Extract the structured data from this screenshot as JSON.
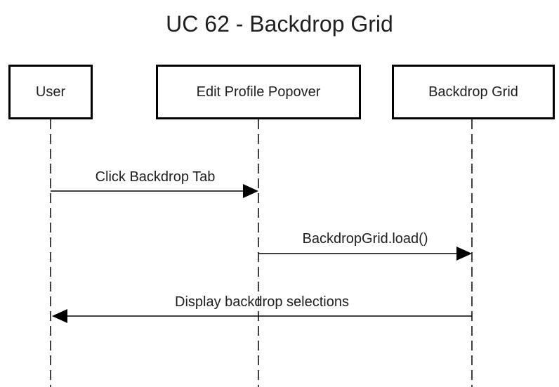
{
  "title": "UC 62 - Backdrop Grid",
  "participants": {
    "user": "User",
    "popover": "Edit Profile Popover",
    "grid": "Backdrop Grid"
  },
  "messages": [
    {
      "from": "User",
      "to": "Edit Profile Popover",
      "label": "Click Backdrop Tab"
    },
    {
      "from": "Edit Profile Popover",
      "to": "Backdrop Grid",
      "label": "BackdropGrid.load()"
    },
    {
      "from": "Backdrop Grid",
      "to": "User",
      "label": "Display backdrop selections"
    }
  ]
}
